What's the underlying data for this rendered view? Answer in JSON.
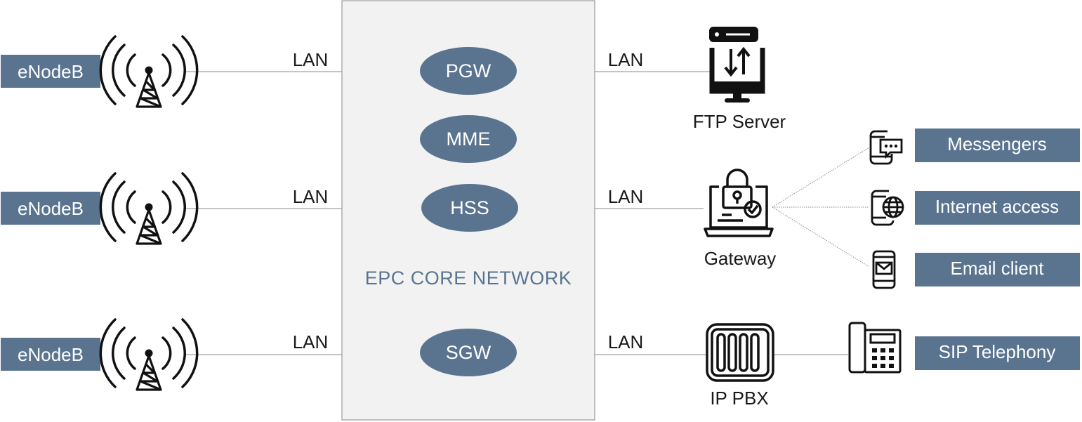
{
  "enodebs": [
    {
      "label": "eNodeB"
    },
    {
      "label": "eNodeB"
    },
    {
      "label": "eNodeB"
    }
  ],
  "lan_label": "LAN",
  "core": {
    "title": "EPC CORE NETWORK",
    "nodes": [
      {
        "label": "PGW"
      },
      {
        "label": "MME"
      },
      {
        "label": "HSS"
      },
      {
        "label": "SGW"
      }
    ]
  },
  "devices": {
    "ftp": "FTP Server",
    "gateway": "Gateway",
    "pbx": "IP PBX"
  },
  "services": [
    {
      "label": "Messengers"
    },
    {
      "label": "Internet access"
    },
    {
      "label": "Email client"
    },
    {
      "label": "SIP Telephony"
    }
  ],
  "colors": {
    "box": "#5a7490",
    "core_bg": "#f2f2f2",
    "core_border": "#9a9a9a",
    "line": "#8a8a8a",
    "icon": "#111111"
  },
  "icons": [
    "cell-tower-icon",
    "server-upload-icon",
    "laptop-lock-icon",
    "ip-pbx-icon",
    "desk-phone-icon",
    "phone-chat-icon",
    "phone-globe-icon",
    "phone-mail-icon"
  ]
}
